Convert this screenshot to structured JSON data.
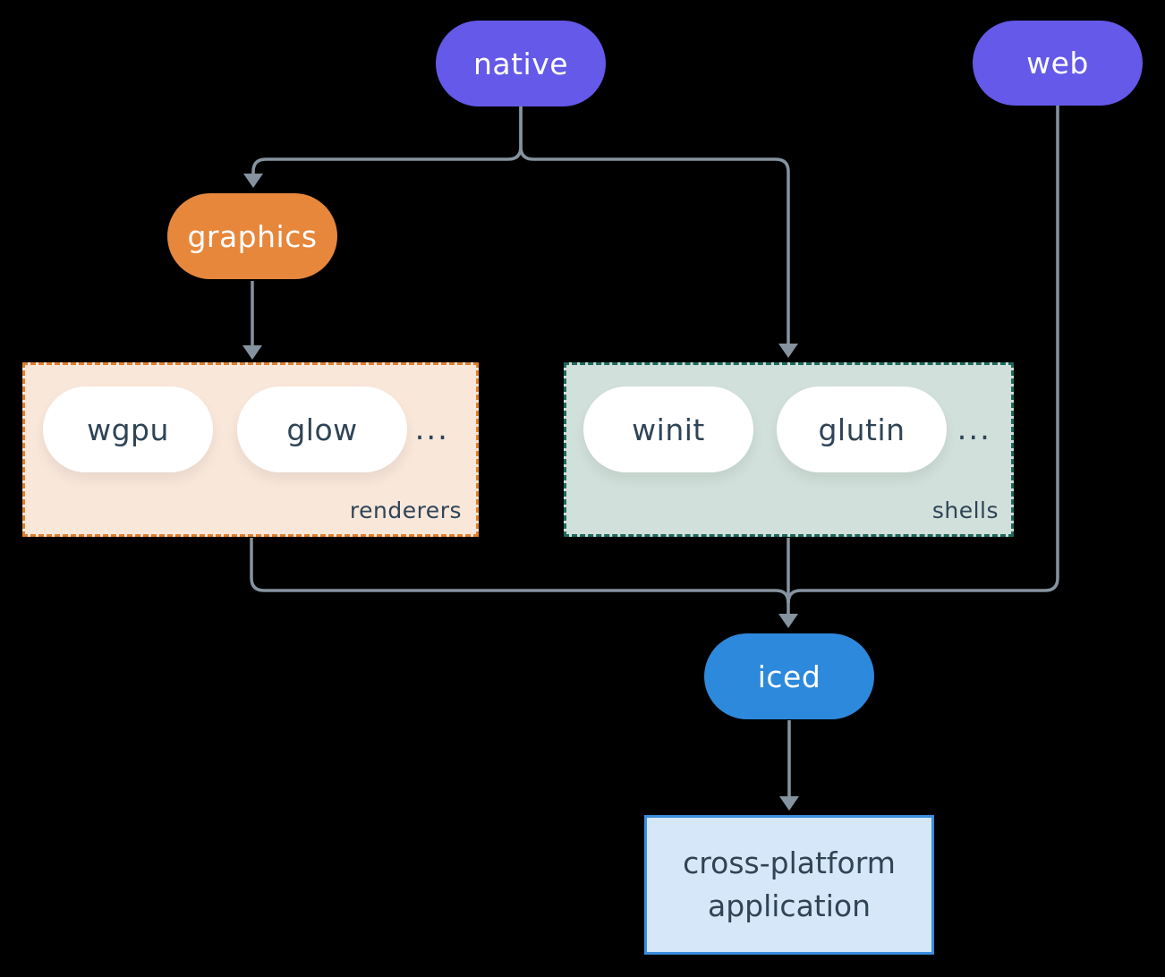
{
  "nodes": {
    "native": {
      "label": "native"
    },
    "web": {
      "label": "web"
    },
    "graphics": {
      "label": "graphics"
    },
    "iced": {
      "label": "iced"
    },
    "application": {
      "label": "cross-platform application"
    }
  },
  "groups": {
    "renderers": {
      "label": "renderers",
      "ellipsis": "...",
      "items": [
        {
          "label": "wgpu"
        },
        {
          "label": "glow"
        }
      ]
    },
    "shells": {
      "label": "shells",
      "ellipsis": "...",
      "items": [
        {
          "label": "winit"
        },
        {
          "label": "glutin"
        }
      ]
    }
  },
  "edges": [
    {
      "from": "native",
      "to": "graphics"
    },
    {
      "from": "native",
      "to": "shells"
    },
    {
      "from": "graphics",
      "to": "renderers"
    },
    {
      "from": "renderers",
      "to": "iced"
    },
    {
      "from": "shells",
      "to": "iced"
    },
    {
      "from": "web",
      "to": "iced"
    },
    {
      "from": "iced",
      "to": "application"
    }
  ],
  "palette": {
    "background": "#000000",
    "connector": "#8593A0",
    "platform_node_fill": "#6459E8",
    "graphics_node_fill": "#E6873C",
    "iced_node_fill": "#2D89DC",
    "light_node_fill": "#FFFFFF",
    "dark_text": "#2F4456",
    "light_text": "#FFFFFF",
    "renderers_fill": "#F9E7DA",
    "renderers_border": "#E0802F",
    "shells_fill": "#D1E0DA",
    "shells_border": "#1E6A5E",
    "application_fill": "#D5E7F8",
    "application_border": "#3B8CDF"
  }
}
